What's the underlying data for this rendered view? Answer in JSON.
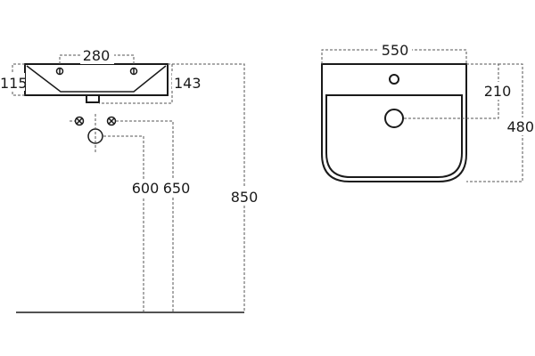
{
  "side_view": {
    "dim_hole_spacing": "280",
    "dim_rim_height": "115",
    "dim_basin_depth": "143",
    "dim_floor_to_fixing_lower": "600",
    "dim_floor_to_fixing_upper": "650",
    "dim_floor_to_rim": "850"
  },
  "top_view": {
    "dim_width": "550",
    "dim_waste_offset": "210",
    "dim_projection": "480"
  }
}
